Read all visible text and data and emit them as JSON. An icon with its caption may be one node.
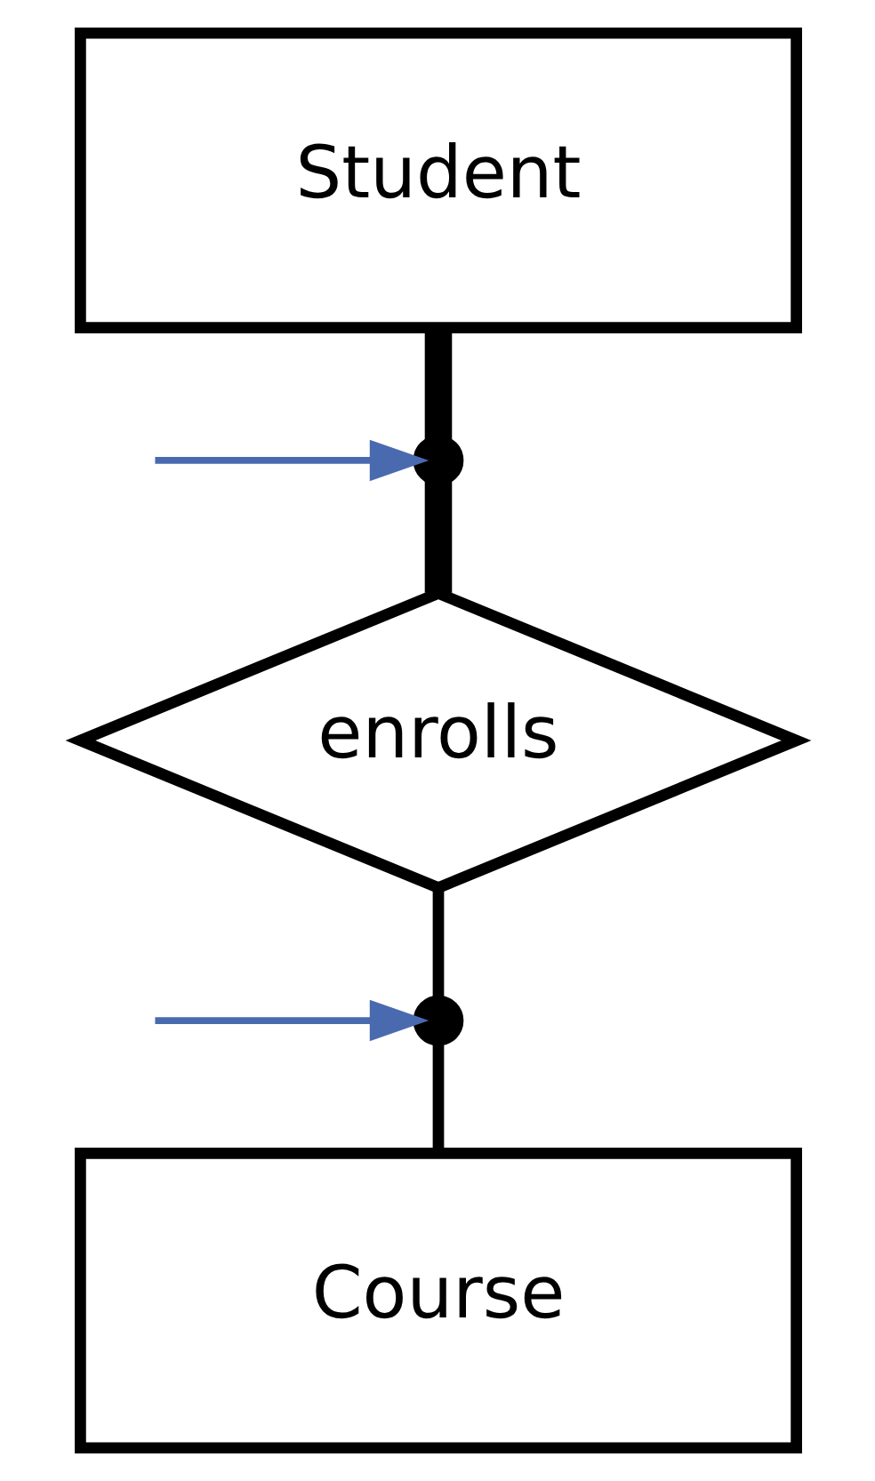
{
  "diagram": {
    "nodes": [
      {
        "text": [
          "Student"
        ]
      },
      {
        "text": [
          "enrolls"
        ]
      },
      {
        "text": [
          "Course"
        ]
      },
      {
        "text": [],
        "shape": "point"
      },
      {
        "text": [],
        "shape": "point"
      }
    ],
    "edges": [
      {
        "from": 0,
        "to": 3,
        "arrow": "none",
        "style": "thick"
      },
      {
        "from": 3,
        "to": 1,
        "arrow": "none",
        "style": "thick"
      },
      {
        "from": 1,
        "to": 4,
        "arrow": "none"
      },
      {
        "from": 4,
        "to": 2,
        "arrow": "none"
      },
      {
        "from": null,
        "to": 3,
        "arrow": "to",
        "color": "#4a6ab0"
      },
      {
        "from": null,
        "to": 4,
        "arrow": "to",
        "color": "#4a6ab0"
      }
    ]
  }
}
